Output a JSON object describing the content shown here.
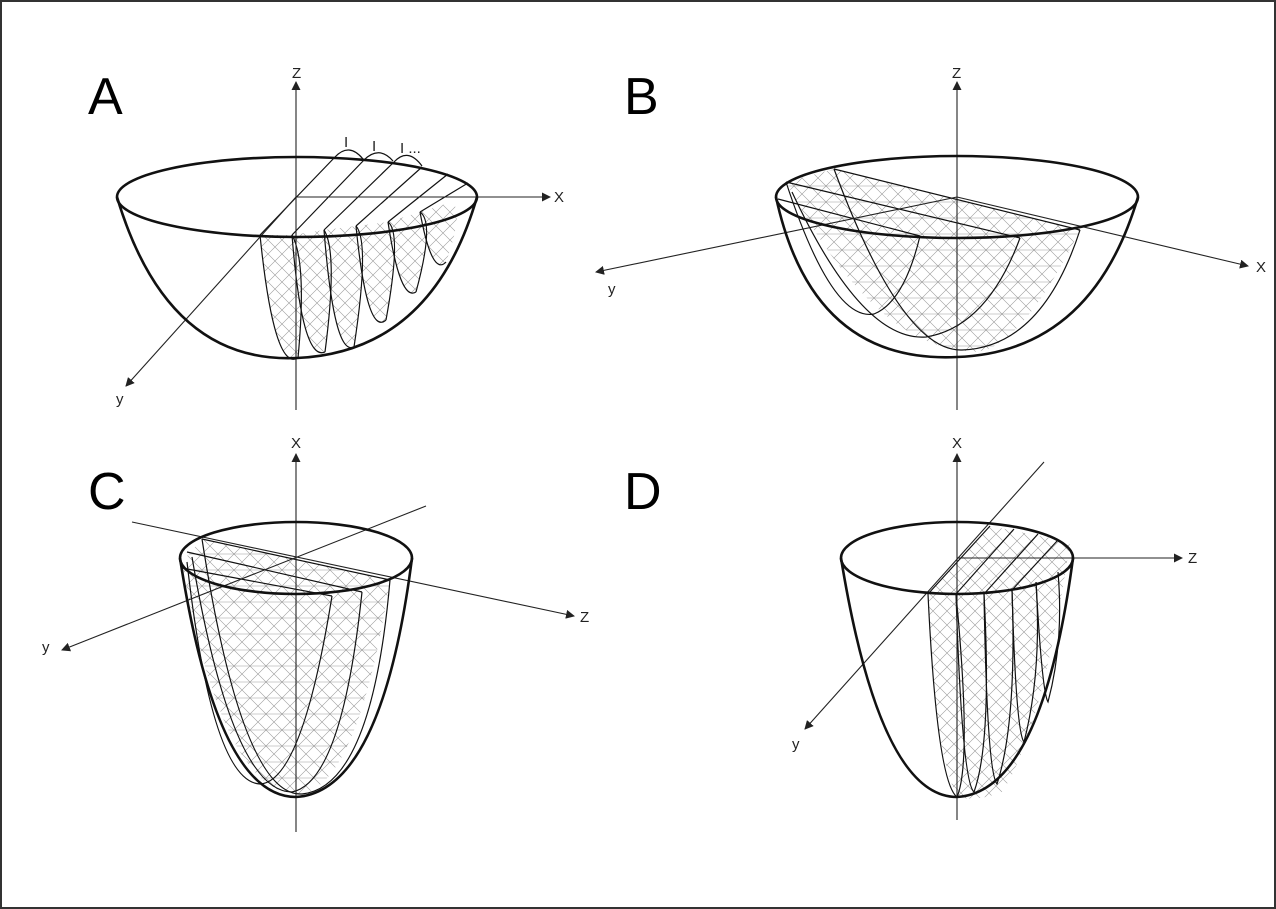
{
  "panels": [
    {
      "letter": "A",
      "axes": {
        "vertical": "Z",
        "right": "X",
        "diagonal": "y"
      },
      "annotation": [
        "I",
        "I",
        "I ..."
      ]
    },
    {
      "letter": "B",
      "axes": {
        "vertical": "Z",
        "right": "X",
        "diagonal": "y"
      }
    },
    {
      "letter": "C",
      "axes": {
        "vertical": "X",
        "right": "Z",
        "diagonal": "y"
      }
    },
    {
      "letter": "D",
      "axes": {
        "vertical": "X",
        "right": "Z",
        "diagonal": "y"
      }
    }
  ],
  "colors": {
    "line": "#111111",
    "hatch": "#8a8a8a",
    "border": "#333333",
    "background": "#ffffff"
  }
}
